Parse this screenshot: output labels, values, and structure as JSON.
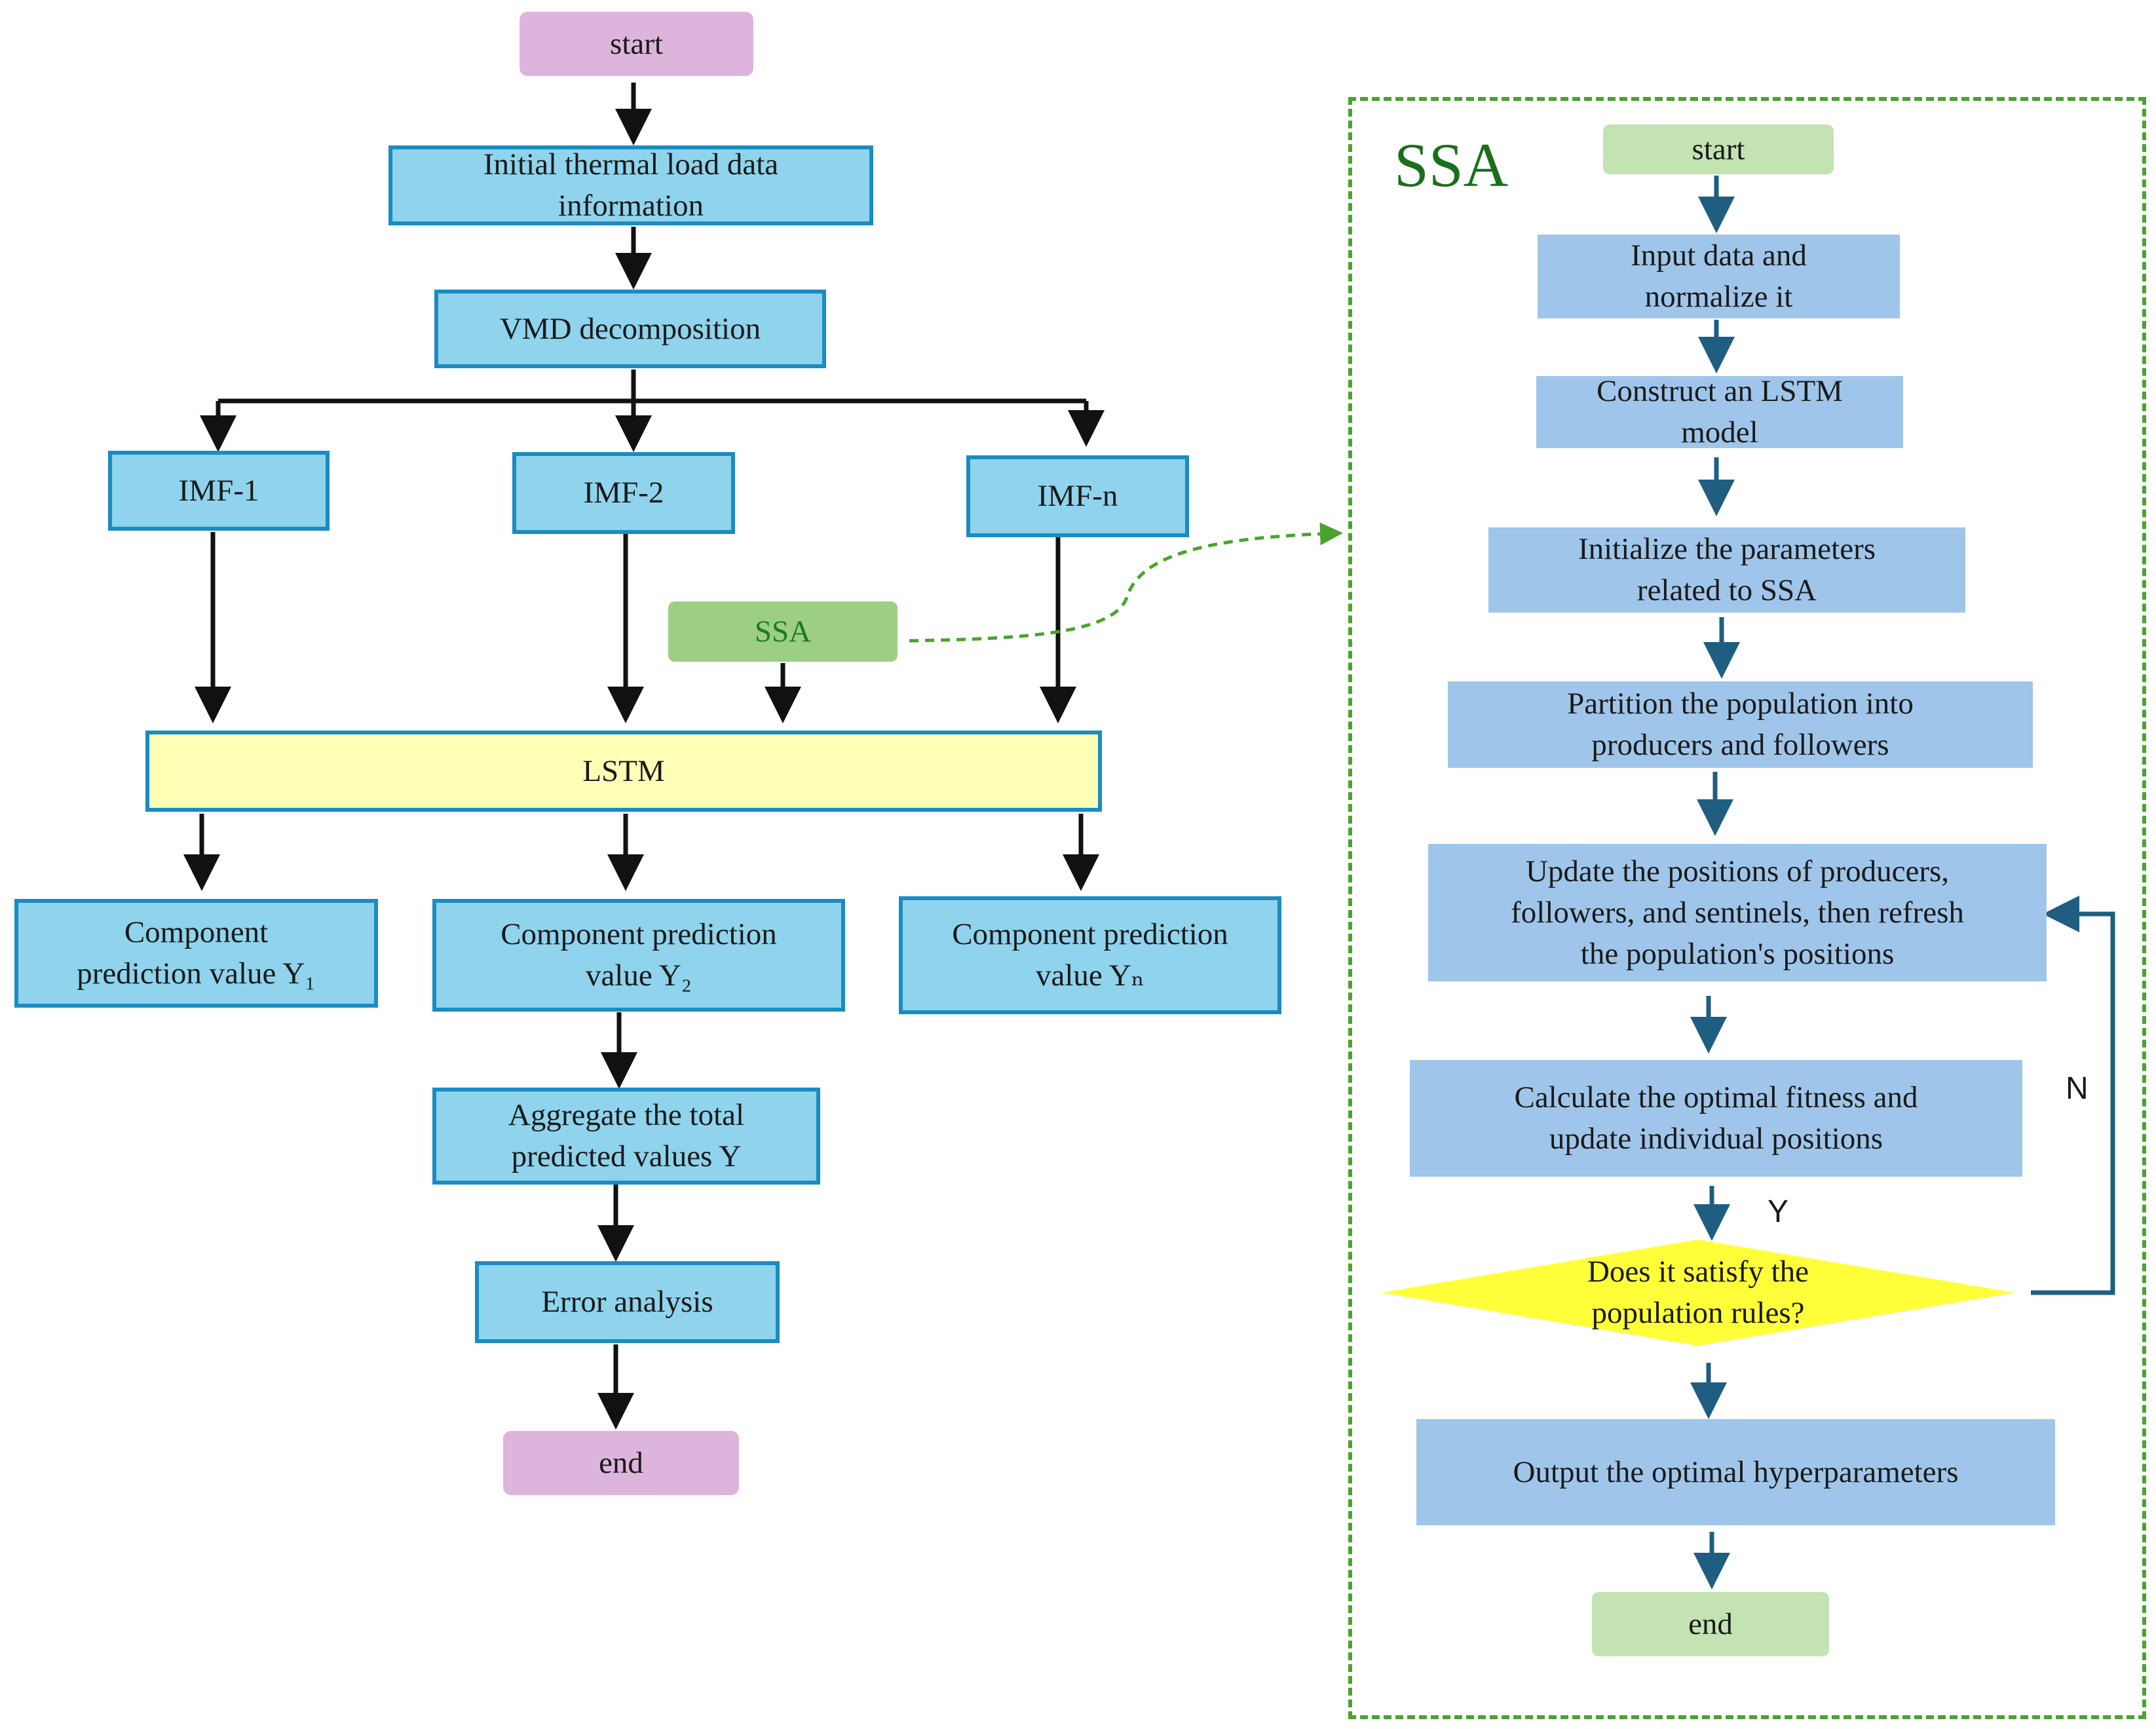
{
  "main_flow": {
    "start": "start",
    "initial_data": "Initial thermal load data\ninformation",
    "vmd": "VMD decomposition",
    "imf1": "IMF-1",
    "imf2": "IMF-2",
    "imfn": "IMF-n",
    "ssa_node": "SSA",
    "lstm": "LSTM",
    "pred1": "Component\nprediction value Y₁",
    "pred2": "Component prediction\nvalue Y₂",
    "predn": "Component prediction\nvalue Yₙ",
    "aggregate": "Aggregate the total\npredicted values Y",
    "error": "Error analysis",
    "end": "end"
  },
  "ssa_panel": {
    "title": "SSA",
    "start": "start",
    "step_input": "Input data and\nnormalize it",
    "step_construct": "Construct an LSTM\nmodel",
    "step_init": "Initialize the parameters\nrelated to SSA",
    "step_partition": "Partition the population into\nproducers and followers",
    "step_update": "Update the positions of producers,\nfollowers, and sentinels, then refresh\nthe population's positions",
    "step_calc": "Calculate the optimal fitness and\nupdate individual positions",
    "decision": "Does it satisfy the\npopulation rules?",
    "label_yes": "Y",
    "label_no": "N",
    "step_output": "Output the optimal hyperparameters",
    "end": "end"
  },
  "colors": {
    "process_fill": "#8fd3ec",
    "process_border": "#1a8cc2",
    "terminal_pink": "#ddb5dc",
    "lstm_fill": "#ffffb5",
    "ssa_green": "#9ccf84",
    "ssa_process": "#9fc6ea",
    "ssa_terminal": "#c3e3b3",
    "decision_fill": "#ffff3a",
    "frame_dash": "#4aa32d",
    "ssa_arrow": "#1f5e80"
  }
}
